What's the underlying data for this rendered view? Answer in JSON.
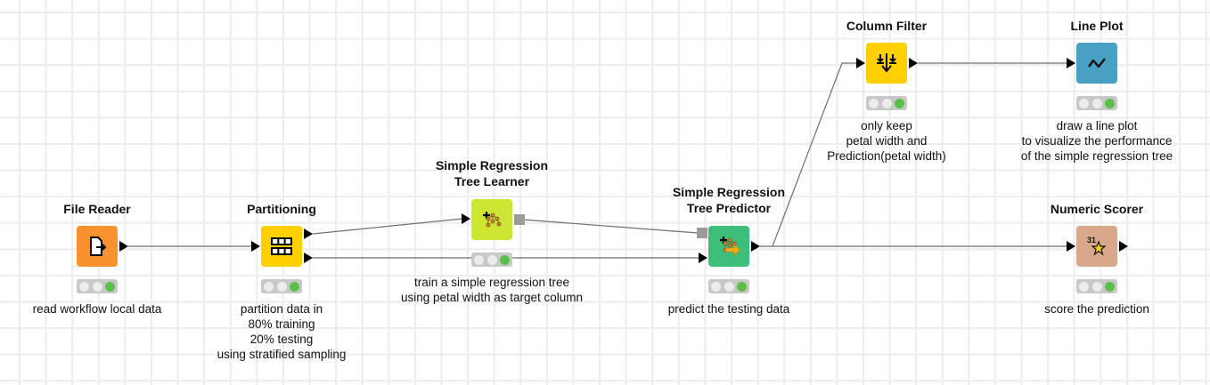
{
  "workflow": {
    "nodes": [
      {
        "id": "file-reader",
        "title": "File Reader",
        "label": "read workflow local data",
        "icon": "file-arrow-icon",
        "color": "#f7922f",
        "status": [
          "idle",
          "idle",
          "executed"
        ]
      },
      {
        "id": "partitioning",
        "title": "Partitioning",
        "label": "partition data in\n80% training\n20% testing\nusing stratified sampling",
        "icon": "table-split-icon",
        "color": "#ffd000",
        "status": [
          "idle",
          "idle",
          "executed"
        ]
      },
      {
        "id": "tree-learner",
        "title": "Simple Regression\nTree Learner",
        "label": "train a simple regression tree\nusing petal width as target column",
        "icon": "tree-learner-icon",
        "color": "#cde632",
        "status": [
          "idle",
          "idle",
          "executed"
        ]
      },
      {
        "id": "tree-predictor",
        "title": "Simple Regression\nTree Predictor",
        "label": "predict the testing data",
        "icon": "tree-predictor-icon",
        "color": "#3dbf7a",
        "status": [
          "idle",
          "idle",
          "executed"
        ]
      },
      {
        "id": "column-filter",
        "title": "Column Filter",
        "label": "only keep\npetal width and\nPrediction(petal width)",
        "icon": "column-filter-icon",
        "color": "#ffd000",
        "status": [
          "idle",
          "idle",
          "executed"
        ]
      },
      {
        "id": "line-plot",
        "title": "Line Plot",
        "label": "draw a line plot\nto visualize the performance\nof the simple regression tree",
        "icon": "line-chart-icon",
        "color": "#4aa0c2",
        "status": [
          "idle",
          "idle",
          "executed"
        ]
      },
      {
        "id": "numeric-scorer",
        "title": "Numeric Scorer",
        "label": "score the prediction",
        "icon": "scorer-star-icon",
        "color": "#d9a78a",
        "status": [
          "idle",
          "idle",
          "executed"
        ]
      }
    ],
    "scorer_icon_text": "31"
  }
}
